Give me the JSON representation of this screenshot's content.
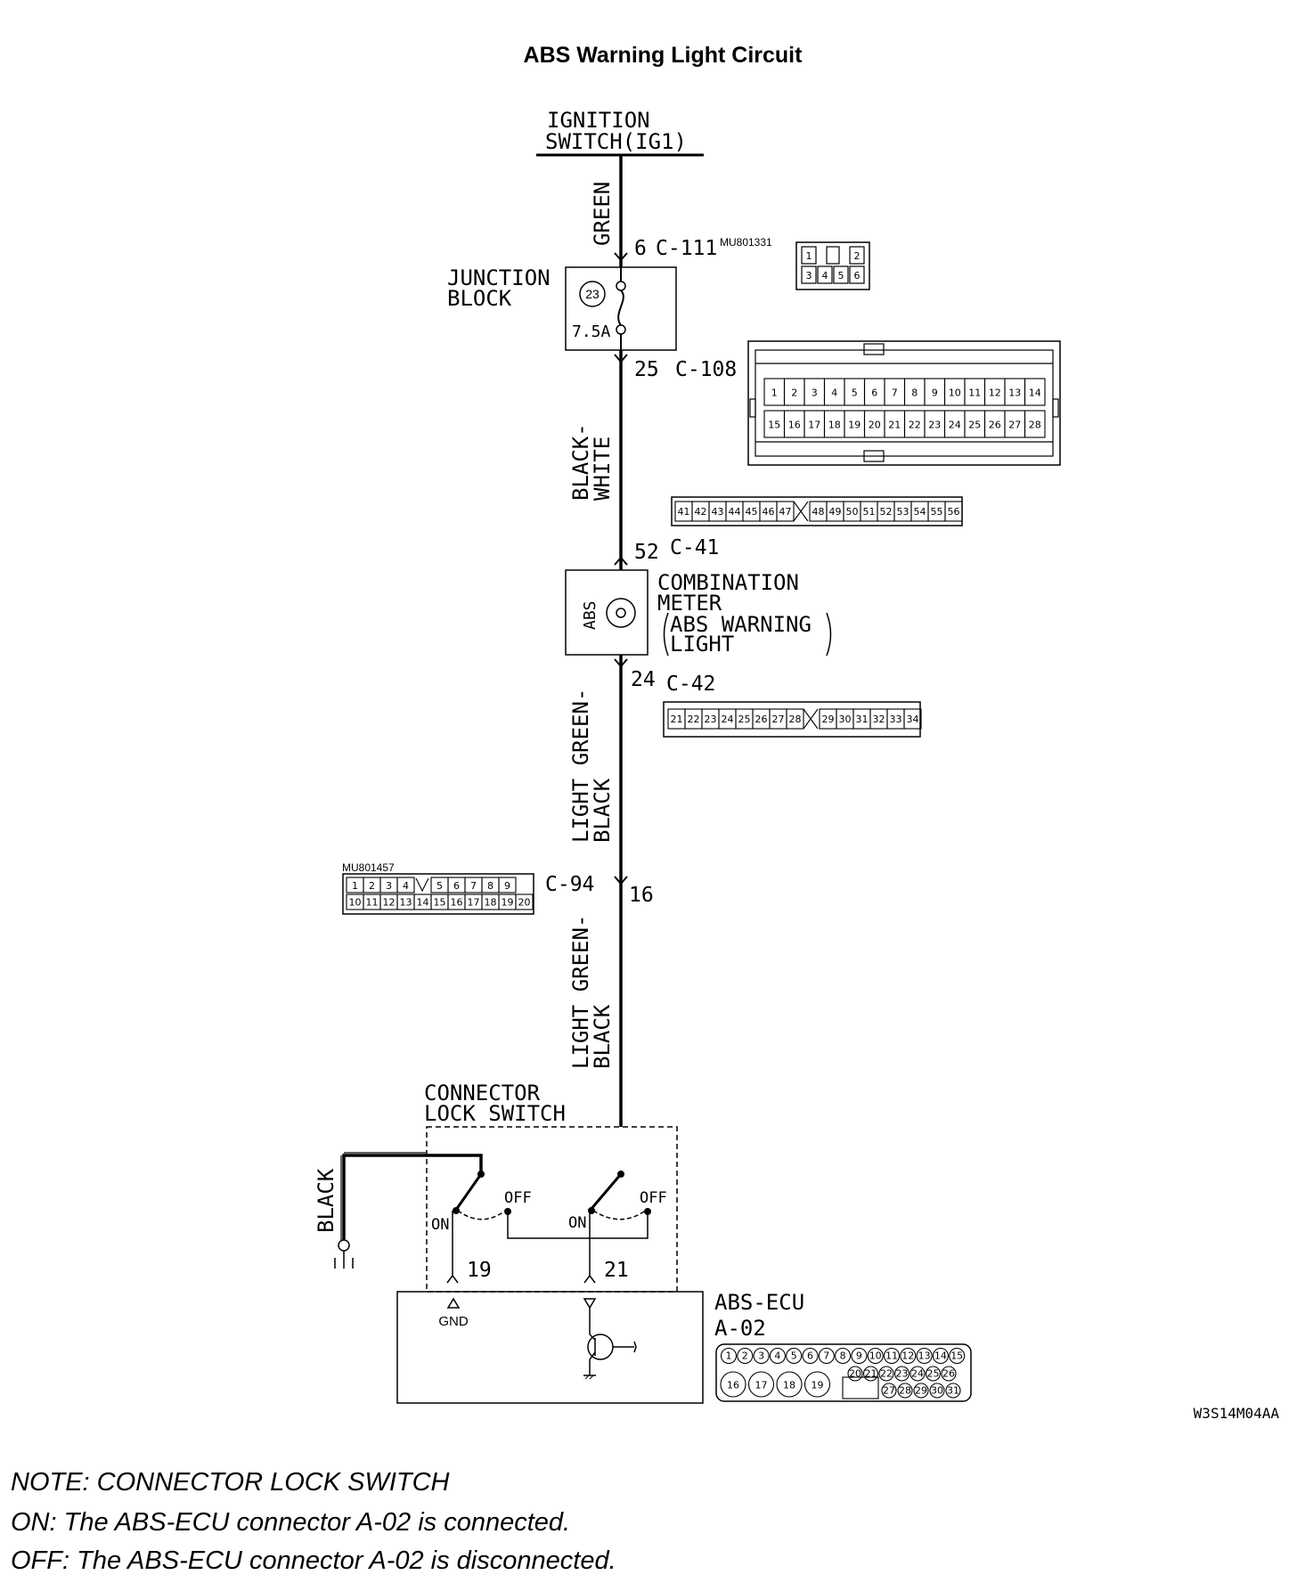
{
  "title": "ABS Warning Light Circuit",
  "ignition": {
    "line1": "IGNITION",
    "line2": "SWITCH(IG1)"
  },
  "wires": {
    "green": "GREEN",
    "bw1": "BLACK-",
    "bw2": "WHITE",
    "lgb_a1": "LIGHT GREEN-",
    "lgb_a2": "BLACK",
    "lgb_b1": "LIGHT GREEN-",
    "lgb_b2": "BLACK",
    "black": "BLACK"
  },
  "junction_block": {
    "line1": "JUNCTION",
    "line2": "BLOCK",
    "fuse_no": "23",
    "fuse_rating": "7.5A"
  },
  "connectors": {
    "c111": {
      "pin": "6",
      "name": "C-111",
      "part": "MU801331",
      "cells": [
        "1",
        "2",
        "3",
        "4",
        "5",
        "6"
      ]
    },
    "c108": {
      "pin": "25",
      "name": "C-108",
      "row1": [
        "1",
        "2",
        "3",
        "4",
        "5",
        "6",
        "7",
        "8",
        "9",
        "10",
        "11",
        "12",
        "13",
        "14"
      ],
      "row2": [
        "15",
        "16",
        "17",
        "18",
        "19",
        "20",
        "21",
        "22",
        "23",
        "24",
        "25",
        "26",
        "27",
        "28"
      ]
    },
    "c41": {
      "pin": "52",
      "name": "C-41",
      "cells": [
        "41",
        "42",
        "43",
        "44",
        "45",
        "46",
        "47",
        "48",
        "49",
        "50",
        "51",
        "52",
        "53",
        "54",
        "55",
        "56"
      ]
    },
    "c42": {
      "pin": "24",
      "name": "C-42",
      "cells": [
        "21",
        "22",
        "23",
        "24",
        "25",
        "26",
        "27",
        "28",
        "29",
        "30",
        "31",
        "32",
        "33",
        "34"
      ]
    },
    "c94": {
      "pin": "16",
      "name": "C-94",
      "part": "MU801457",
      "row1": [
        "1",
        "2",
        "3",
        "4",
        "5",
        "6",
        "7",
        "8",
        "9"
      ],
      "row2": [
        "10",
        "11",
        "12",
        "13",
        "14",
        "15",
        "16",
        "17",
        "18",
        "19",
        "20"
      ]
    },
    "a02": {
      "row1": [
        "1",
        "2",
        "3",
        "4",
        "5",
        "6",
        "7",
        "8",
        "9",
        "10",
        "11",
        "12",
        "13",
        "14",
        "15"
      ],
      "row2a": [
        "16",
        "17",
        "18",
        "19"
      ],
      "row2b": [
        "20",
        "21",
        "22",
        "23",
        "24",
        "25",
        "26"
      ],
      "row3": [
        "27",
        "28",
        "29",
        "30",
        "31"
      ]
    }
  },
  "meter": {
    "box": "ABS",
    "line1": "COMBINATION",
    "line2": "METER",
    "line3": "ABS WARNING",
    "line4": "LIGHT"
  },
  "lock_switch": {
    "line1": "CONNECTOR",
    "line2": "LOCK SWITCH",
    "on": "ON",
    "off": "OFF",
    "pin_left": "19",
    "pin_right": "21"
  },
  "ecu": {
    "name": "ABS-ECU",
    "connector": "A-02",
    "gnd": "GND"
  },
  "code": "W3S14M04AA",
  "notes": {
    "line1": "NOTE: CONNECTOR LOCK SWITCH",
    "line2": "ON: The ABS-ECU connector A-02 is connected.",
    "line3": "OFF: The ABS-ECU connector A-02 is disconnected."
  }
}
